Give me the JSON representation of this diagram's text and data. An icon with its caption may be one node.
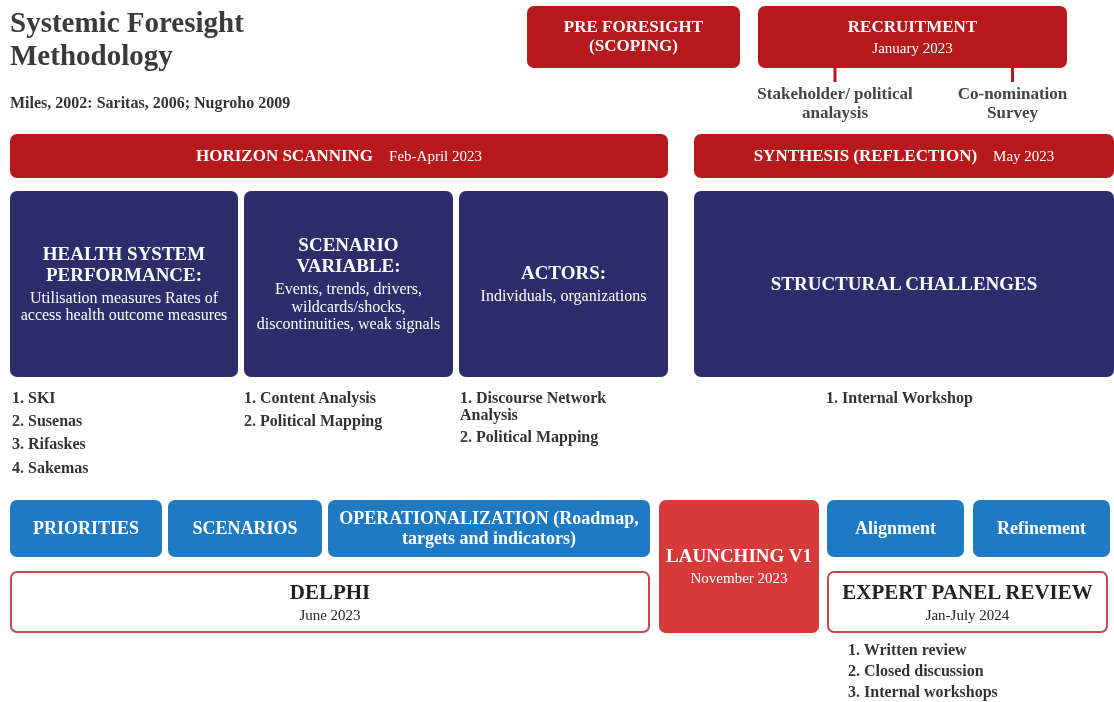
{
  "diagram": {
    "title": "Systemic Foresight Methodology",
    "nodes": [
      {
        "text": [
          "PRE FORESIGHT (SCOPING)"
        ]
      },
      {
        "text": [
          "RECRUITMENT",
          "January 2023"
        ]
      },
      {
        "text": [
          "Stakeholder/ political analaysis"
        ]
      },
      {
        "text": [
          "Co-nomination Survey"
        ]
      },
      {
        "text": [
          "HORIZON SCANNING",
          "Feb-April 2023"
        ]
      },
      {
        "text": [
          "SYNTHESIS (REFLECTION)",
          "May 2023"
        ]
      },
      {
        "text": [
          "HEALTH SYSTEM PERFORMANCE:",
          "Utilisation measures Rates of access health outcome measures"
        ]
      },
      {
        "text": [
          "SCENARIO VARIABLE:",
          "Events, trends, drivers, wildcards/shocks, discontinuities, weak signals"
        ]
      },
      {
        "text": [
          "ACTORS:",
          "Individuals, organizations"
        ]
      },
      {
        "text": [
          "STRUCTURAL CHALLENGES"
        ]
      },
      {
        "text": [
          "PRIORITIES"
        ]
      },
      {
        "text": [
          "SCENARIOS"
        ]
      },
      {
        "text": [
          "OPERATIONALIZATION (Roadmap, targets and indicators)"
        ]
      },
      {
        "text": [
          "LAUNCHING V1",
          "November 2023"
        ]
      },
      {
        "text": [
          "Alignment"
        ]
      },
      {
        "text": [
          "Refinement"
        ]
      },
      {
        "text": [
          "DELPHI",
          "June 2023"
        ]
      },
      {
        "text": [
          "EXPERT PANEL REVIEW",
          "Jan-July 2024"
        ]
      }
    ],
    "edges": [
      {
        "from": 1,
        "to": 2,
        "arrow": "none"
      },
      {
        "from": 1,
        "to": 3,
        "arrow": "none"
      }
    ],
    "labels": [
      "Miles, 2002: Saritas, 2006; Nugroho 2009",
      "1. SKI",
      "2. Susenas",
      "3. Rifaskes",
      "4. Sakemas",
      "1. Content Analysis",
      "2. Political Mapping",
      "1. Discourse Network Analysis",
      "2. Political Mapping",
      "1. Internal Workshop",
      "1. Written review",
      "2. Closed discussion",
      "3. Internal workshops"
    ]
  }
}
